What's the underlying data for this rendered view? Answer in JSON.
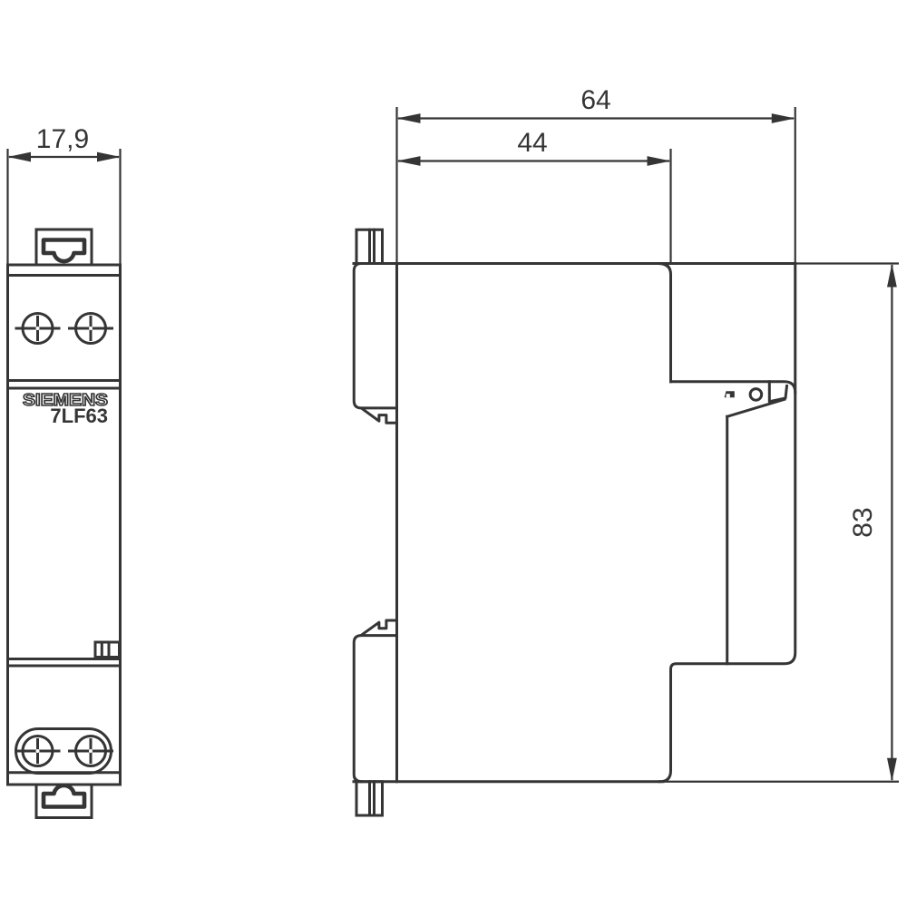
{
  "drawing": {
    "type": "technical-dimension-drawing",
    "product": {
      "brand": "SIEMENS",
      "model": "7LF63"
    },
    "dimensions": {
      "front_width": "17,9",
      "side_total_depth": "64",
      "side_rail_depth": "44",
      "side_height": "83"
    },
    "colors": {
      "line": "#353535",
      "background": "#ffffff"
    },
    "icons": {
      "screw": "phillips-screw-head",
      "indicator": "small-flag-marker",
      "button": "small-circle"
    }
  }
}
